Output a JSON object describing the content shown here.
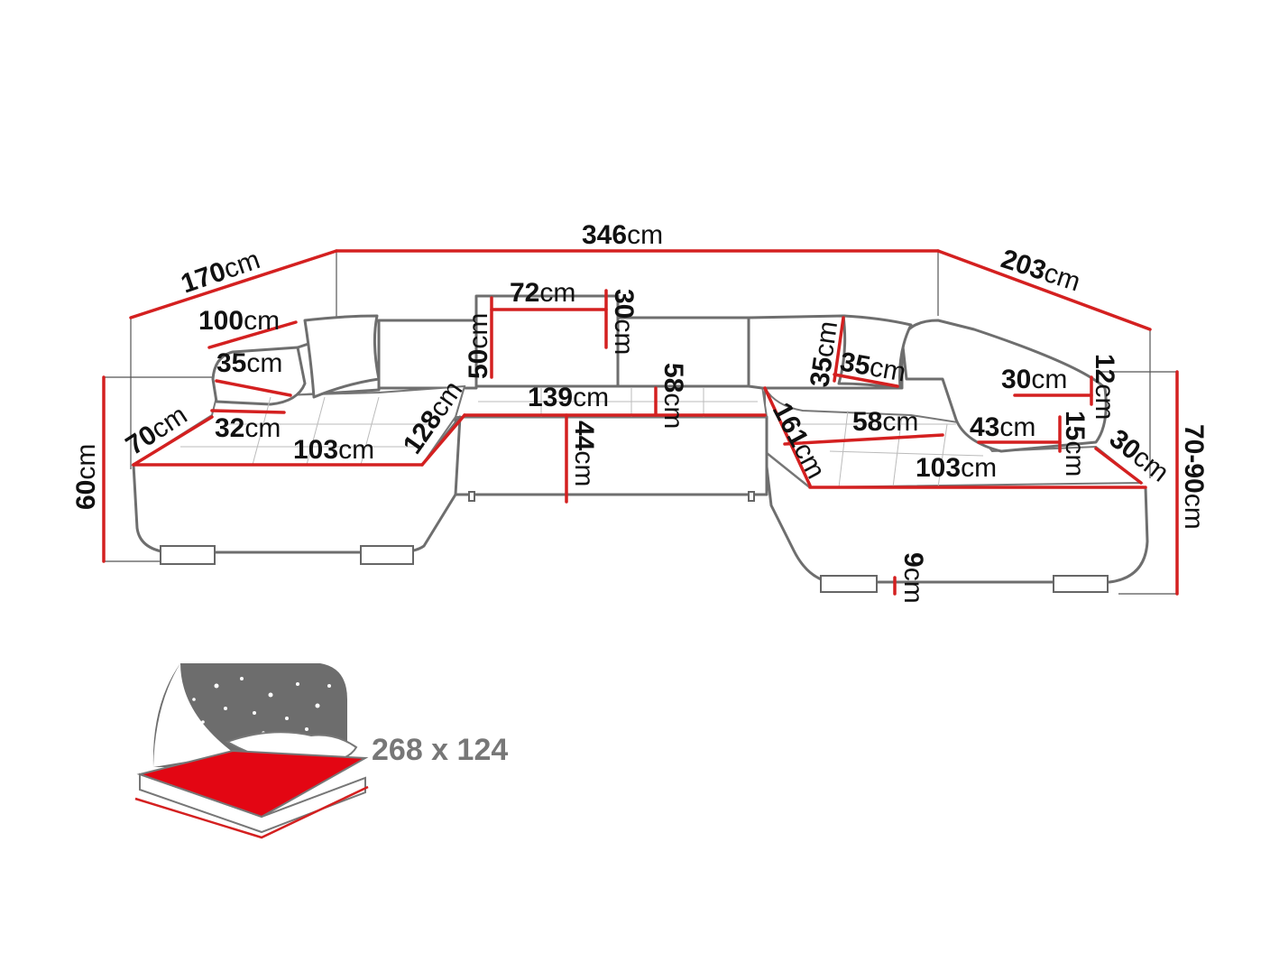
{
  "dimensions": {
    "total_width": {
      "num": "346",
      "unit": "cm"
    },
    "left_depth": {
      "num": "170",
      "unit": "cm"
    },
    "right_depth": {
      "num": "203",
      "unit": "cm"
    },
    "left_top_width": {
      "num": "100",
      "unit": "cm"
    },
    "left_armrest_depth": {
      "num": "35",
      "unit": "cm"
    },
    "left_front_width": {
      "num": "70",
      "unit": "cm"
    },
    "left_arm_width": {
      "num": "32",
      "unit": "cm"
    },
    "left_seat_length": {
      "num": "103",
      "unit": "cm"
    },
    "left_chaise_diag": {
      "num": "128",
      "unit": "cm"
    },
    "left_height": {
      "num": "60",
      "unit": "cm"
    },
    "headrest_width": {
      "num": "72",
      "unit": "cm"
    },
    "headrest_height": {
      "num": "30",
      "unit": "cm"
    },
    "back_height": {
      "num": "50",
      "unit": "cm"
    },
    "middle_width": {
      "num": "139",
      "unit": "cm"
    },
    "middle_depth": {
      "num": "58",
      "unit": "cm"
    },
    "seat_height": {
      "num": "44",
      "unit": "cm"
    },
    "right_back_height": {
      "num": "35",
      "unit": "cm"
    },
    "right_back_width": {
      "num": "35",
      "unit": "cm"
    },
    "right_diag": {
      "num": "161",
      "unit": "cm"
    },
    "right_seat_depth": {
      "num": "58",
      "unit": "cm"
    },
    "right_arm_width": {
      "num": "30",
      "unit": "cm"
    },
    "right_arm_height": {
      "num": "12",
      "unit": "cm"
    },
    "right_arm_inner": {
      "num": "43",
      "unit": "cm"
    },
    "right_arm_low": {
      "num": "15",
      "unit": "cm"
    },
    "right_front_width": {
      "num": "30",
      "unit": "cm"
    },
    "right_seat_length": {
      "num": "103",
      "unit": "cm"
    },
    "leg_height": {
      "num": "9",
      "unit": "cm"
    },
    "right_height": {
      "num": "70-90",
      "unit": "cm"
    }
  },
  "bed": {
    "size_label": "268 x 124"
  },
  "colors": {
    "measure_line": "#d42020",
    "outline": "#6e6e6e",
    "bed_surface": "#e30613",
    "night_sky": "#6d6d6d"
  }
}
